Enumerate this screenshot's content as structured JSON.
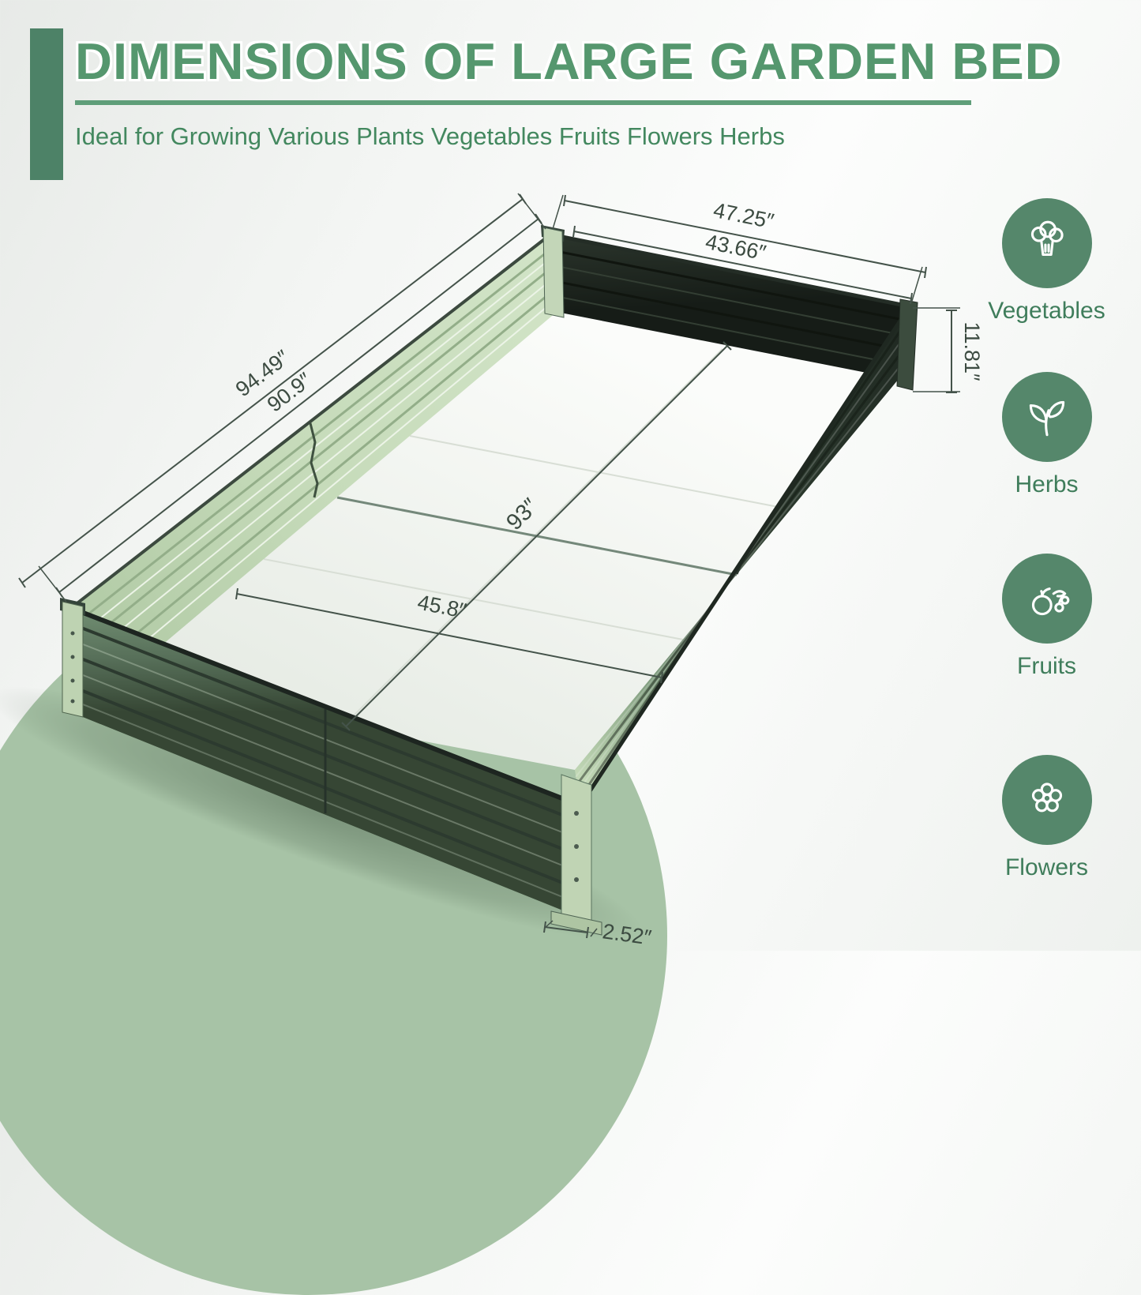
{
  "header": {
    "title": "DIMENSIONS OF LARGE GARDEN BED",
    "subtitle": "Ideal for Growing Various Plants Vegetables Fruits Flowers Herbs"
  },
  "dimensions": {
    "outer_width": "47.25″",
    "inner_width": "43.66″",
    "outer_length": "94.49″",
    "inner_length": "90.9″",
    "height": "11.81″",
    "inner_diagonal_length": "93″",
    "inner_front_width": "45.8″",
    "corner_foot": "2.52″"
  },
  "categories": [
    {
      "label": "Vegetables",
      "icon": "broccoli-icon"
    },
    {
      "label": "Herbs",
      "icon": "herb-leaf-icon"
    },
    {
      "label": "Fruits",
      "icon": "fruit-icon"
    },
    {
      "label": "Flowers",
      "icon": "flower-icon"
    }
  ],
  "colors": {
    "accent_green": "#55976e",
    "accent_bar_green": "#4d8267",
    "icon_circle_green": "#55876b",
    "category_label_green": "#3f7d5b",
    "bed_panel_light": "#c6dbba",
    "bed_panel_dark": "#36463a",
    "background_circle_green": "#a7c3a6",
    "dimension_line": "#44534a"
  }
}
